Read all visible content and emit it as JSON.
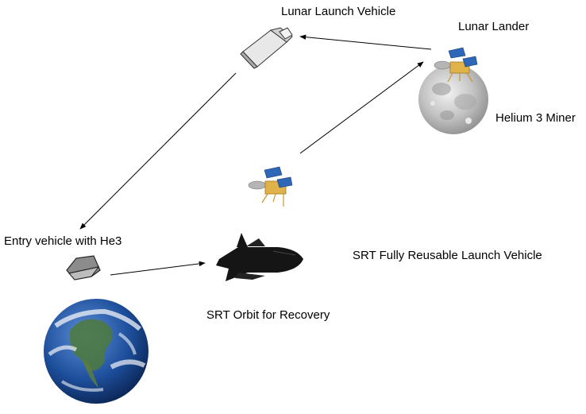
{
  "labels": {
    "lunar_launch_vehicle": "Lunar Launch Vehicle",
    "lunar_lander": "Lunar Lander",
    "helium_miner": "Helium 3 Miner",
    "entry_vehicle": "Entry vehicle with He3",
    "srt_launch_vehicle": "SRT Fully Reusable Launch Vehicle",
    "srt_orbit": "SRT Orbit for Recovery"
  },
  "colors": {
    "arrow": "#000000",
    "moon": "#c9c9c9",
    "earth_ocean": "#1d4f9c",
    "lander_gold": "#e0b24a",
    "solar_panel": "#2f67b8",
    "shuttle": "#151515"
  },
  "icons": [
    "lunar-launch-vehicle-icon",
    "lunar-lander-icon",
    "moon-icon",
    "lander-icon",
    "shuttle-icon",
    "entry-capsule-icon",
    "earth-icon"
  ]
}
